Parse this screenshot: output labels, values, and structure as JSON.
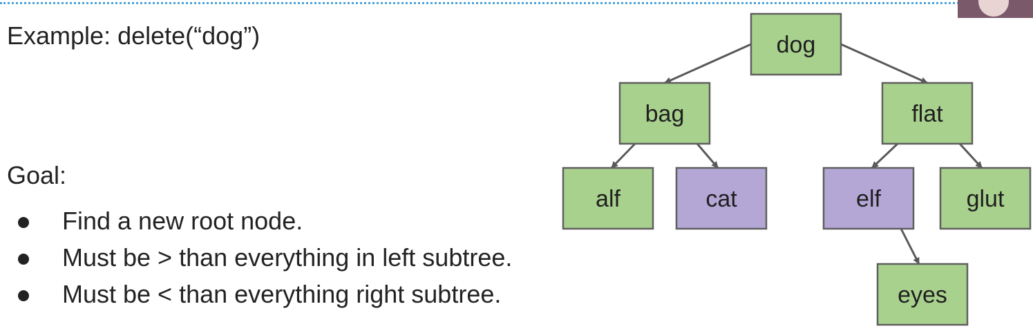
{
  "title": "Example: delete(“dog”)",
  "goal_label": "Goal:",
  "bullets": [
    "Find a new root node.",
    "Must be > than everything in left subtree.",
    "Must be < than everything right subtree."
  ],
  "tree": {
    "nodes": {
      "dog": {
        "label": "dog",
        "color": "#a9d18e"
      },
      "bag": {
        "label": "bag",
        "color": "#a9d18e"
      },
      "flat": {
        "label": "flat",
        "color": "#a9d18e"
      },
      "alf": {
        "label": "alf",
        "color": "#a9d18e"
      },
      "cat": {
        "label": "cat",
        "color": "#b4a7d6"
      },
      "elf": {
        "label": "elf",
        "color": "#b4a7d6"
      },
      "glut": {
        "label": "glut",
        "color": "#a9d18e"
      },
      "eyes": {
        "label": "eyes",
        "color": "#a9d18e"
      }
    },
    "edges": [
      [
        "dog",
        "bag"
      ],
      [
        "dog",
        "flat"
      ],
      [
        "bag",
        "alf"
      ],
      [
        "bag",
        "cat"
      ],
      [
        "flat",
        "elf"
      ],
      [
        "flat",
        "glut"
      ],
      [
        "elf",
        "eyes"
      ]
    ]
  },
  "colors": {
    "green_node": "#a9d18e",
    "purple_node": "#b4a7d6",
    "edge": "#595959"
  }
}
